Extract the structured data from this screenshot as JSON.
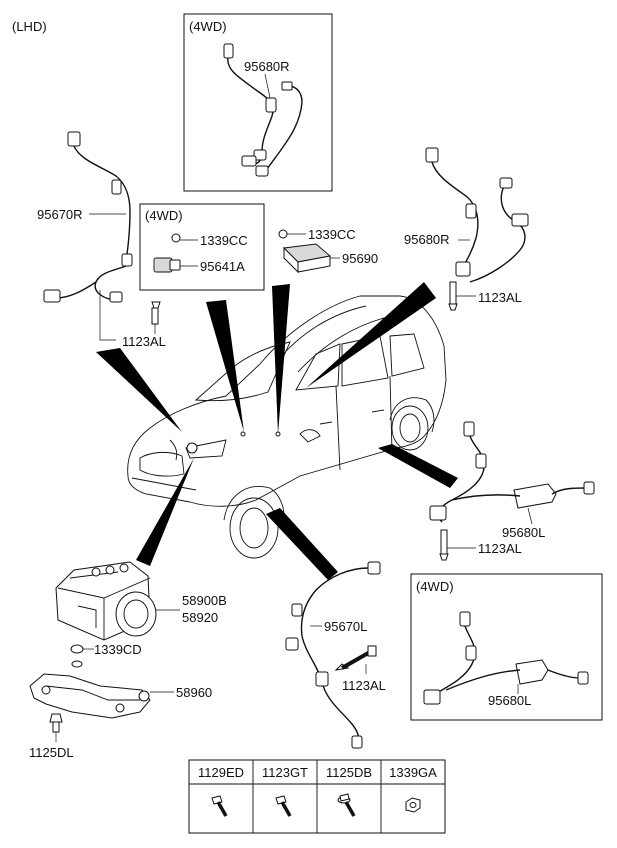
{
  "header": {
    "drive_side": "(LHD)"
  },
  "boxes": {
    "top_4wd": "(4WD)",
    "left_4wd": "(4WD)",
    "bottom_right_4wd": "(4WD)"
  },
  "parts": {
    "p95680R_top": "95680R",
    "p95670R": "95670R",
    "p1339CC_a": "1339CC",
    "p95641A": "95641A",
    "p1339CC_b": "1339CC",
    "p95690": "95690",
    "p95680R_right": "95680R",
    "p1123AL_right": "1123AL",
    "p1123AL_left": "1123AL",
    "p95680L": "95680L",
    "p1123AL_lower": "1123AL",
    "p58900B": "58900B",
    "p58920": "58920",
    "p1339CD": "1339CD",
    "p58960": "58960",
    "p1125DL": "1125DL",
    "p95670L": "95670L",
    "p1123AL_center": "1123AL",
    "p95680L_4wd": "95680L"
  },
  "fastener_table": {
    "headers": [
      "1129ED",
      "1123GT",
      "1125DB",
      "1339GA"
    ],
    "icons": [
      "bolt-icon",
      "bolt-icon",
      "flange-bolt-icon",
      "nut-icon"
    ]
  }
}
